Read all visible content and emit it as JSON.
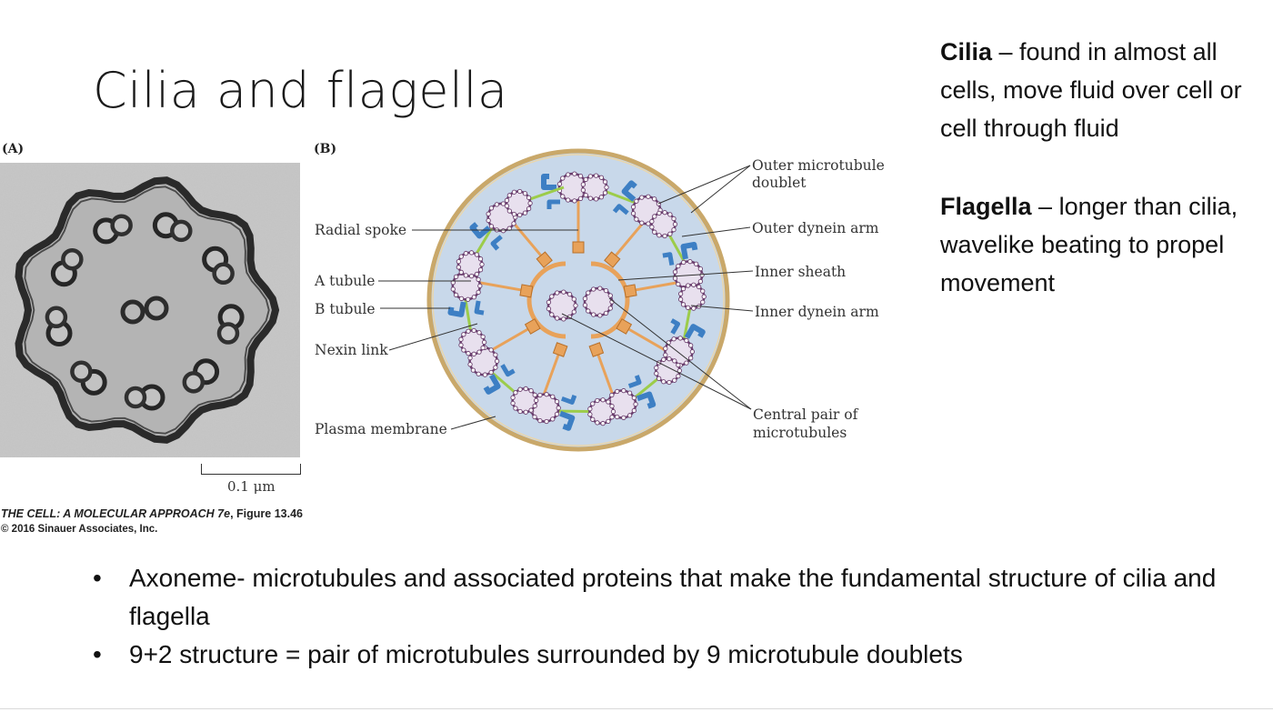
{
  "slide": {
    "title": "Cilia and flagella"
  },
  "figure": {
    "panel_a": "(A)",
    "panel_b": "(B)",
    "scale_label": "0.1 μm",
    "credit_line1_italic": "THE CELL: A MOLECULAR APPROACH 7e",
    "credit_line1_rest": ", Figure 13.46",
    "credit_line2": "© 2016 Sinauer Associates, Inc.",
    "labels": {
      "outer_doublet_1": "Outer microtubule",
      "outer_doublet_2": "doublet",
      "outer_dynein": "Outer dynein arm",
      "inner_sheath": "Inner sheath",
      "inner_dynein": "Inner dynein arm",
      "central_pair_1": "Central pair of",
      "central_pair_2": "microtubules",
      "radial_spoke": "Radial spoke",
      "a_tubule": "A tubule",
      "b_tubule": "B tubule",
      "nexin_link": "Nexin link",
      "plasma_membrane": "Plasma membrane"
    },
    "colors": {
      "membrane": "#c9a86a",
      "matrix": "#c8d8ea",
      "dynein": "#3d7fc4",
      "spoke": "#e8a25a",
      "nexin": "#9ccc4a",
      "tubule": "#6b3f6e"
    }
  },
  "definitions": {
    "cilia_term": "Cilia",
    "cilia_text": " – found in almost all cells, move fluid over cell or cell through fluid",
    "flagella_term": "Flagella",
    "flagella_text": " – longer than cilia, wavelike beating to propel movement"
  },
  "bullets": [
    "Axoneme- microtubules and associated proteins that make the fundamental structure of cilia and flagella",
    "9+2 structure = pair of microtubules surrounded by 9 microtubule doublets"
  ]
}
